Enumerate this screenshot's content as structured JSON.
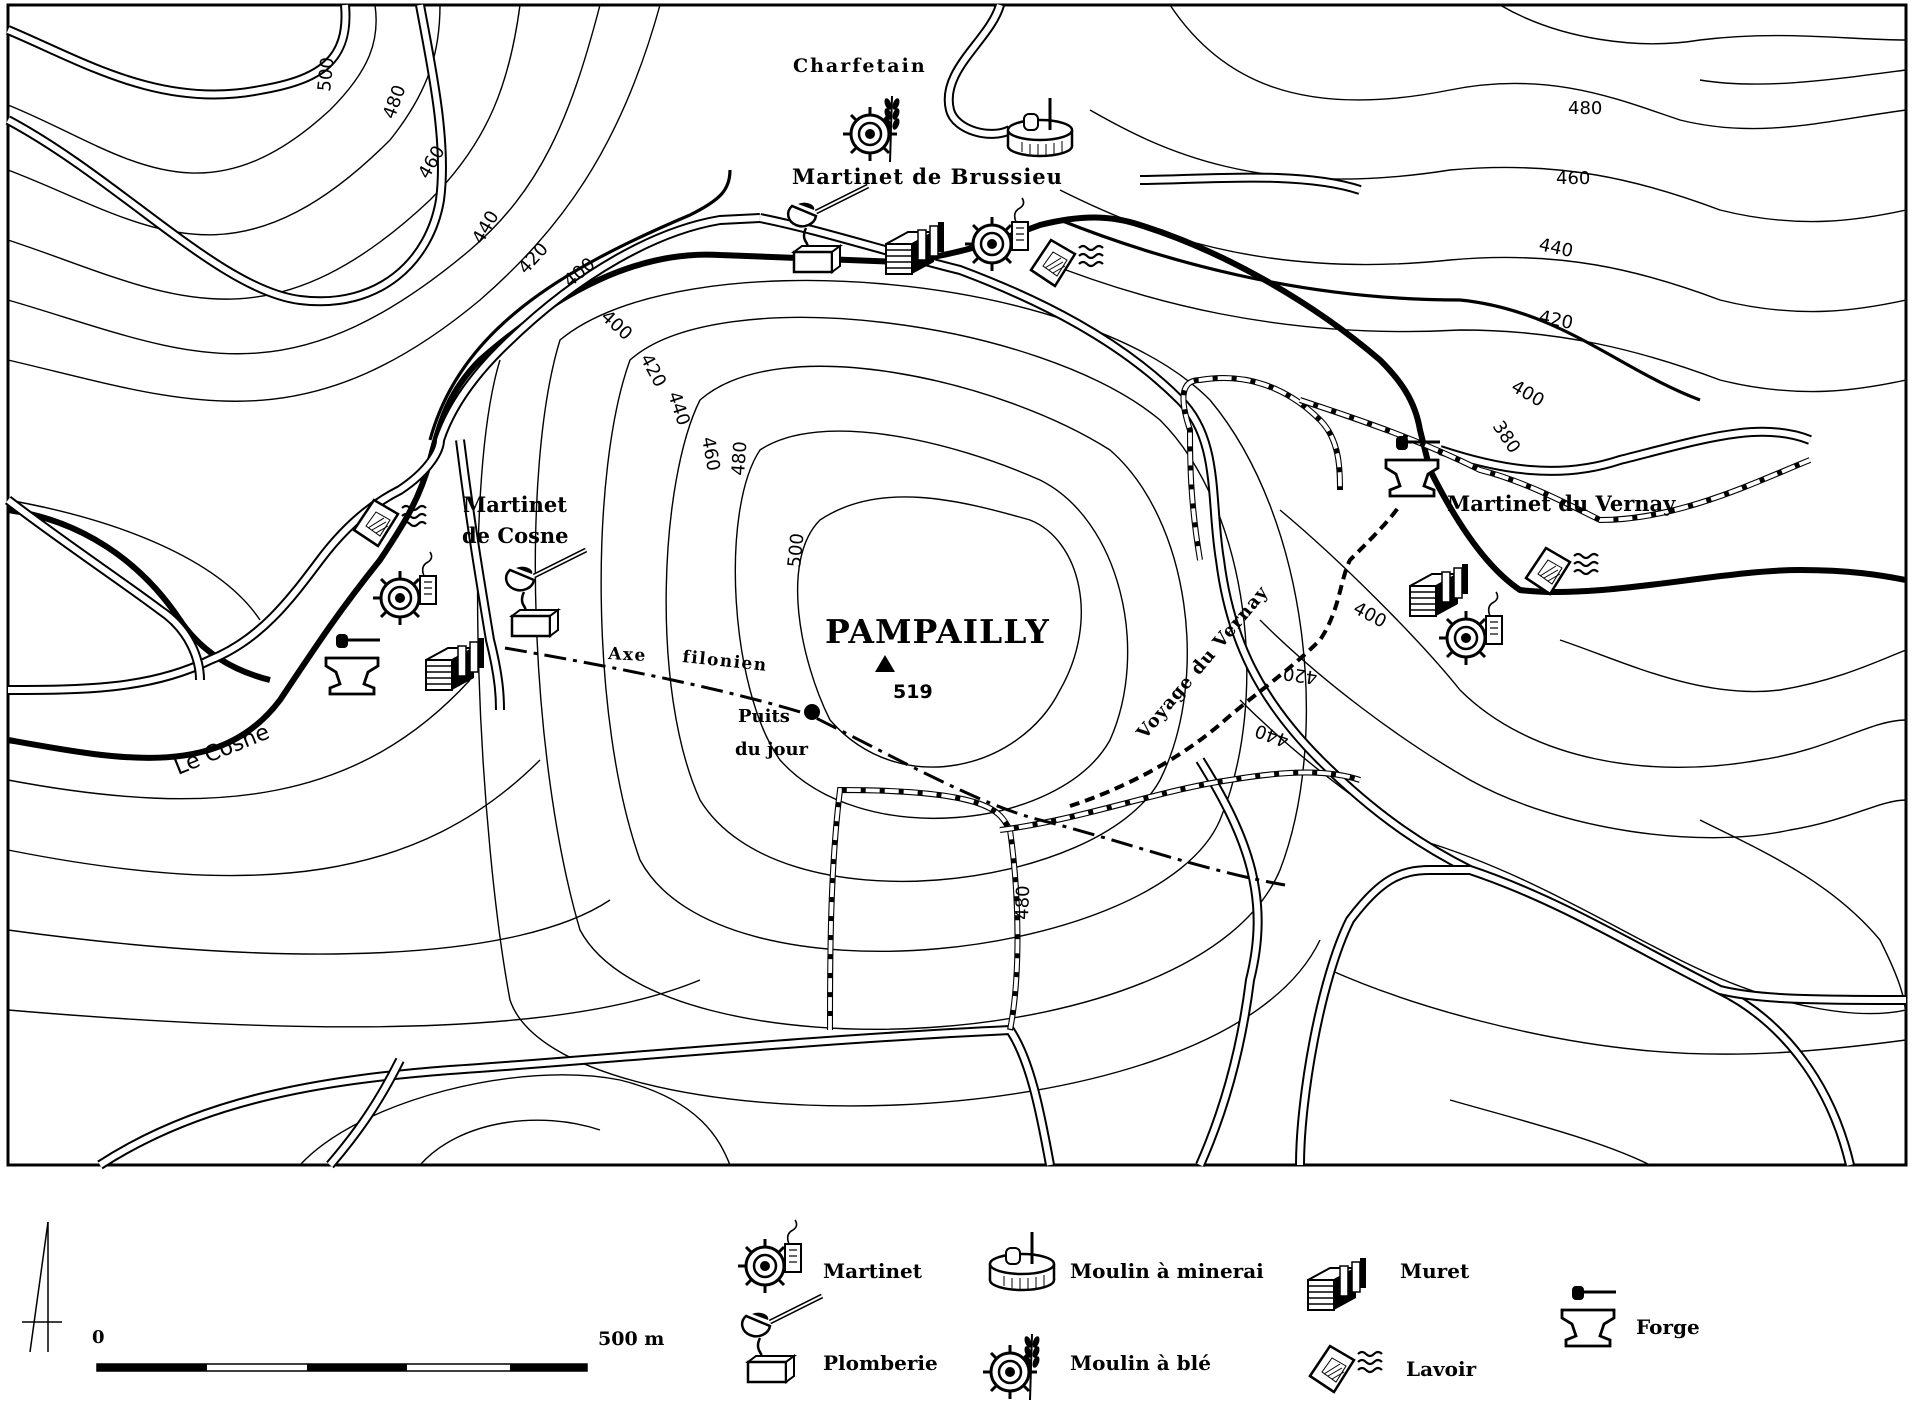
{
  "map": {
    "summit": {
      "name": "PAMPAILLY",
      "elevation": "519"
    },
    "places": {
      "charfetain": "Charfetain",
      "martinet_brussieu": "Martinet de Brussieu",
      "martinet_cosne_1": "Martinet",
      "martinet_cosne_2": "de Cosne",
      "martinet_vernay": "Martinet du Vernay",
      "river": "Le Cosne",
      "vein_axis_1": "Axe",
      "vein_axis_2": "filonien",
      "shaft_1": "Puits",
      "shaft_2": "du jour",
      "path": "Voyage du Vernay"
    },
    "contour_labels": [
      "500",
      "480",
      "460",
      "440",
      "420",
      "400",
      "400",
      "420",
      "440",
      "460",
      "480",
      "500",
      "480",
      "460",
      "440",
      "420",
      "400",
      "380",
      "400",
      "420",
      "440",
      "480"
    ]
  },
  "scale": {
    "start": "0",
    "end": "500 m"
  },
  "legend": {
    "martinet": "Martinet",
    "moulin_minerai": "Moulin à minerai",
    "muret": "Muret",
    "forge": "Forge",
    "plomberie": "Plomberie",
    "moulin_ble": "Moulin à blé",
    "lavoir": "Lavoir"
  }
}
